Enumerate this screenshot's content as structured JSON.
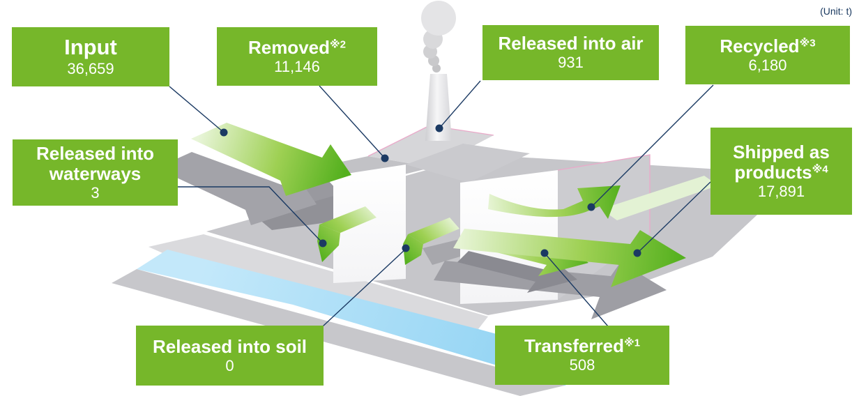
{
  "unit_label": "(Unit: t)",
  "flows": {
    "input": {
      "label": "Input",
      "note": "",
      "value": "36,659"
    },
    "removed": {
      "label": "Removed",
      "note": "※2",
      "value": "11,146"
    },
    "released_air": {
      "label": "Released into air",
      "note": "",
      "value": "931"
    },
    "recycled": {
      "label": "Recycled",
      "note": "※3",
      "value": "6,180"
    },
    "waterways": {
      "label": "Released into waterways",
      "note": "",
      "value": "3"
    },
    "shipped": {
      "label": "Shipped as products",
      "note": "※4",
      "value": "17,891"
    },
    "soil": {
      "label": "Released into soil",
      "note": "",
      "value": "0"
    },
    "transferred": {
      "label": "Transferred",
      "note": "※1",
      "value": "508"
    }
  },
  "colors": {
    "box_green": "#76b72a",
    "arrow_green_dark": "#54b01e",
    "arrow_green_light": "#e6f4d4",
    "leader_navy": "#1b3a63",
    "water_blue": "#9ed9f6",
    "ground_grey": "#c6c6ca",
    "building_white": "#ffffff",
    "edge_pink": "#eaa9c9"
  },
  "illustration": {
    "scene": "isometric-factory-material-flow",
    "parts": [
      "smoke-plume",
      "chimney",
      "factory-building",
      "ground-platform",
      "water-channel",
      "input-arrow",
      "waterways-arrow",
      "soil-arrow",
      "transferred-arrow",
      "shipped-arrow",
      "recycled-arrow",
      "leader-lines",
      "leader-dots"
    ]
  }
}
